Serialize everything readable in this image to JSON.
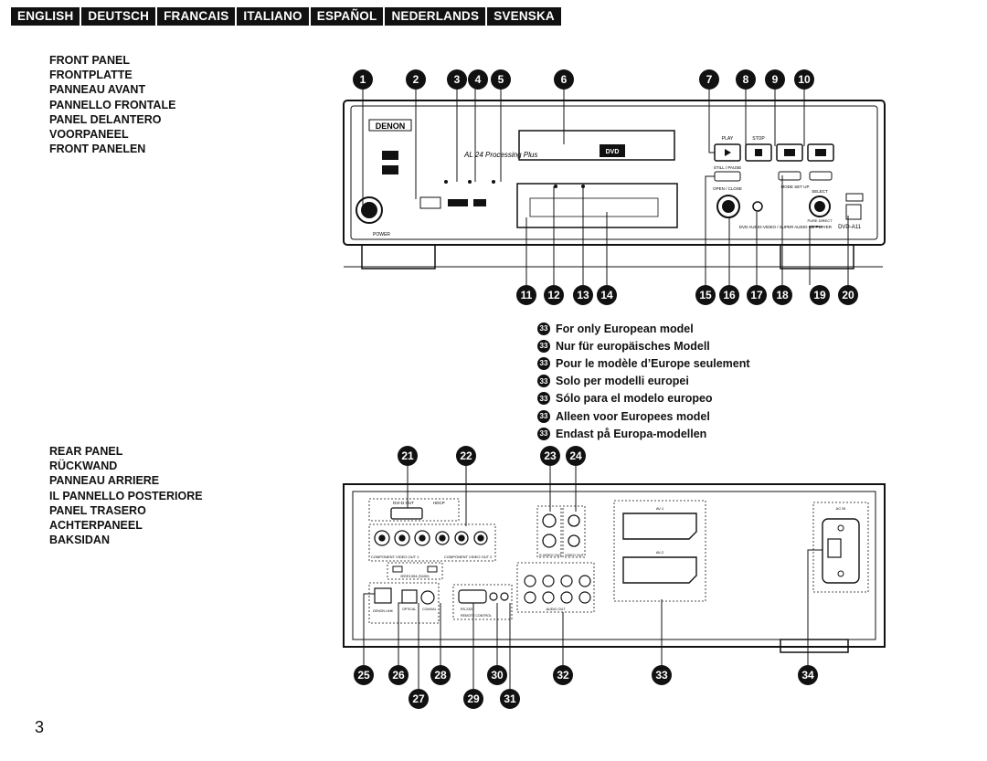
{
  "languages": [
    "ENGLISH",
    "DEUTSCH",
    "FRANCAIS",
    "ITALIANO",
    "ESPAÑOL",
    "NEDERLANDS",
    "SVENSKA"
  ],
  "front_panel": {
    "titles": [
      "FRONT PANEL",
      "FRONTPLATTE",
      "PANNEAU AVANT",
      "PANNELLO FRONTALE",
      "PANEL DELANTERO",
      "VOORPANEEL",
      "FRONT PANELEN"
    ],
    "callouts_top": [
      "1",
      "2",
      "3",
      "4",
      "5",
      "6",
      "7",
      "8",
      "9",
      "10"
    ],
    "callouts_bottom": [
      "11",
      "12",
      "13",
      "14",
      "15",
      "16",
      "17",
      "18",
      "19",
      "20"
    ],
    "labels": {
      "brand": "DENON",
      "al24": "AL 24 Processing Plus",
      "dvd": "DVD",
      "play": "PLAY",
      "stop": "STOP",
      "still_pause": "STILL / PAUSE",
      "open_close": "OPEN / CLOSE",
      "mode_setup": "MODE SET UP",
      "select": "SELECT",
      "pure_direct": "PURE DIRECT",
      "power": "POWER",
      "model": "DVD-A11",
      "footer": "DVD AUDIO-VIDEO / SUPER AUDIO CD PLAYER"
    }
  },
  "note_marker": "33",
  "notes": [
    "For only European model",
    "Nur für europäisches Modell",
    "Pour le modèle d’Europe seulement",
    "Solo per modelli europei",
    "Sólo para el modelo europeo",
    "Alleen voor Europees model",
    "Endast på Europa-modellen"
  ],
  "rear_panel": {
    "titles": [
      "REAR PANEL",
      "RÜCKWAND",
      "PANNEAU ARRIERE",
      "IL PANNELLO POSTERIORE",
      "PANEL TRASERO",
      "ACHTERPANEEL",
      "BAKSIDAN"
    ],
    "callouts_top": [
      "21",
      "22",
      "23",
      "24"
    ],
    "callouts_bottom_row1": [
      "25",
      "26",
      "28",
      "30",
      "32",
      "33",
      "34"
    ],
    "callouts_bottom_row2": [
      "27",
      "29",
      "31"
    ],
    "labels": {
      "dvi": "DVI-D OUT",
      "hdcp": "HDCP",
      "component1": "COMPONENT VIDEO OUT 1",
      "component2": "COMPONENT VIDEO OUT 2",
      "svideo": "S-VIDEO OUT",
      "video": "VIDEO OUT",
      "ieee": "IEEE1394 (S400)",
      "audio_out": "AUDIO OUT",
      "ac_in": "AC IN",
      "av1": "AV-1",
      "av2": "AV-2",
      "rs232": "RS-232C",
      "remote": "REMOTE CONTROL",
      "optical": "OPTICAL",
      "coaxial": "COAXIAL",
      "denon_link": "DENON LINK"
    }
  },
  "page_number": "3"
}
